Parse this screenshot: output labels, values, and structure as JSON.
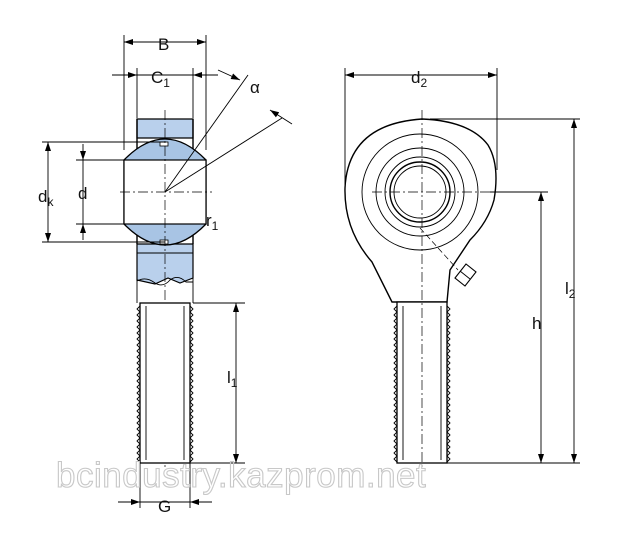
{
  "labels": {
    "B": "B",
    "C": "C",
    "C_sub": "1",
    "alpha": "α",
    "dk": "d",
    "dk_sub": "k",
    "d": "d",
    "r": "r",
    "r_sub": "1",
    "l1": "l",
    "l1_sub": "1",
    "G": "G",
    "d2": "d",
    "d2_sub": "2",
    "h": "h",
    "l2": "l",
    "l2_sub": "2"
  },
  "watermark": "bcindustry.kazprom.net",
  "colors": {
    "ball": "#a8c4e4",
    "housing": "#b9d0ec",
    "line": "#000000",
    "watermark": "#c8c8c8"
  }
}
